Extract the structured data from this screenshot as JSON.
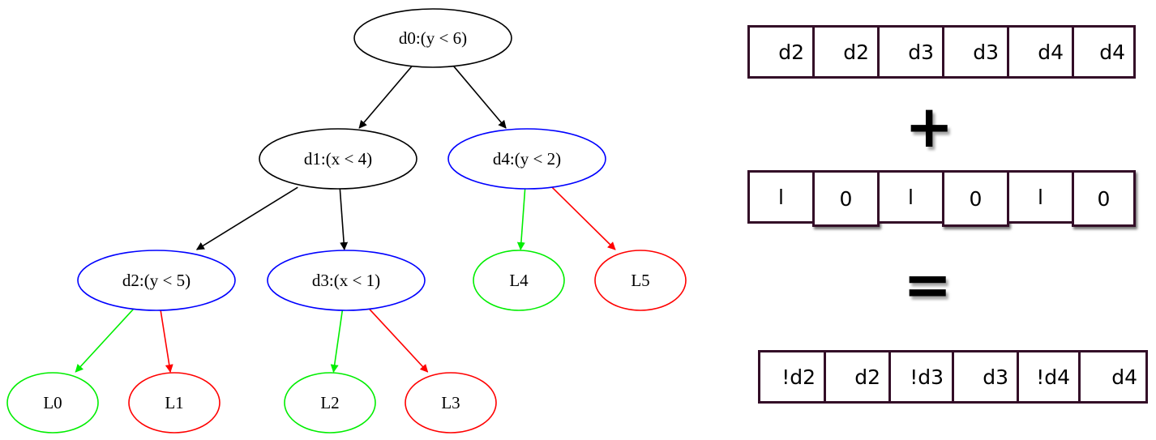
{
  "tree": {
    "nodes": [
      {
        "id": "d0",
        "label": "d0:(y < 6)",
        "color": "#000000"
      },
      {
        "id": "d1",
        "label": "d1:(x < 4)",
        "color": "#000000"
      },
      {
        "id": "d4",
        "label": "d4:(y < 2)",
        "color": "#0000ff"
      },
      {
        "id": "d2",
        "label": "d2:(y < 5)",
        "color": "#0000ff"
      },
      {
        "id": "d3",
        "label": "d3:(x < 1)",
        "color": "#0000ff"
      },
      {
        "id": "L4",
        "label": "L4",
        "color": "#00ee00"
      },
      {
        "id": "L5",
        "label": "L5",
        "color": "#ff0000"
      },
      {
        "id": "L0",
        "label": "L0",
        "color": "#00ee00"
      },
      {
        "id": "L1",
        "label": "L1",
        "color": "#ff0000"
      },
      {
        "id": "L2",
        "label": "L2",
        "color": "#00ee00"
      },
      {
        "id": "L3",
        "label": "L3",
        "color": "#ff0000"
      }
    ],
    "edges": [
      {
        "from": "d0",
        "to": "d1",
        "color": "#000000"
      },
      {
        "from": "d0",
        "to": "d4",
        "color": "#000000"
      },
      {
        "from": "d1",
        "to": "d2",
        "color": "#000000"
      },
      {
        "from": "d1",
        "to": "d3",
        "color": "#000000"
      },
      {
        "from": "d4",
        "to": "L4",
        "color": "#00ee00"
      },
      {
        "from": "d4",
        "to": "L5",
        "color": "#ff0000"
      },
      {
        "from": "d2",
        "to": "L0",
        "color": "#00ee00"
      },
      {
        "from": "d2",
        "to": "L1",
        "color": "#ff0000"
      },
      {
        "from": "d3",
        "to": "L2",
        "color": "#00ee00"
      },
      {
        "from": "d3",
        "to": "L3",
        "color": "#ff0000"
      }
    ]
  },
  "arrays": {
    "decisions": [
      "d2",
      "d2",
      "d3",
      "d3",
      "d4",
      "d4"
    ],
    "plus": "+",
    "mask": [
      "l",
      "0",
      "l",
      "0",
      "l",
      "0"
    ],
    "equals": "=",
    "result": [
      "!d2",
      "d2",
      "!d3",
      "d3",
      "!d4",
      "d4"
    ]
  },
  "colors": {
    "cell_border": "#330d27",
    "green": "#00ee00",
    "red": "#ff0000",
    "blue": "#0000ff"
  }
}
